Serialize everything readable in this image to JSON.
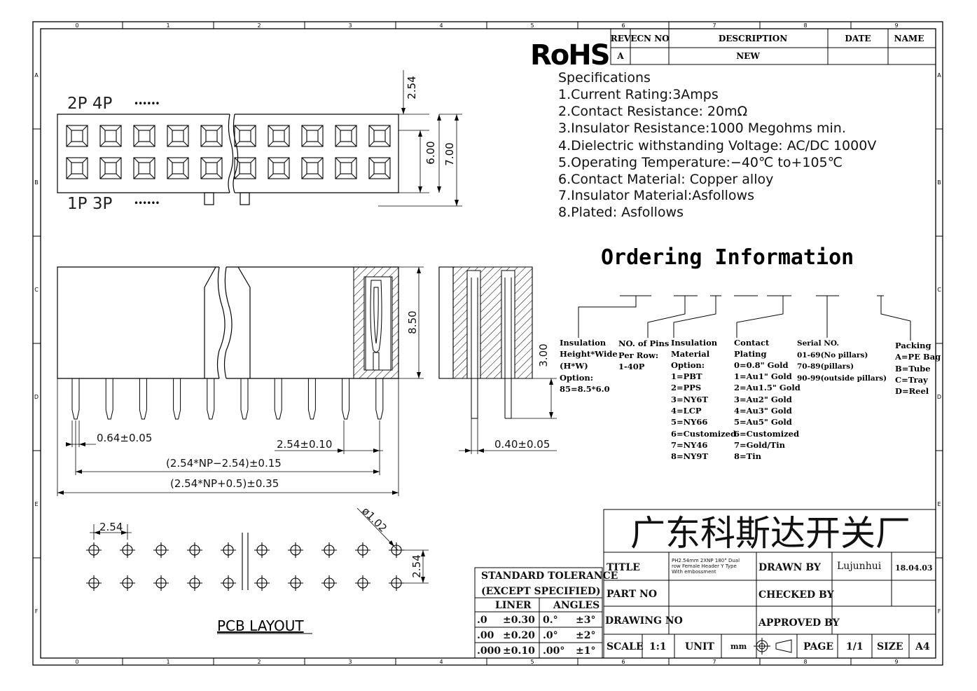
{
  "border": {
    "col_labels": [
      "0",
      "1",
      "2",
      "3",
      "4",
      "5",
      "6",
      "7",
      "8",
      "9"
    ],
    "row_labels": [
      "A",
      "B",
      "C",
      "D",
      "E",
      "F"
    ]
  },
  "revision_block": {
    "headers": [
      "REV",
      "ECN NO",
      "DESCRIPTION",
      "DATE",
      "NAME"
    ],
    "row": [
      "A",
      "",
      "NEW",
      "",
      ""
    ]
  },
  "rohs": "RoHS",
  "specifications": [
    "Specifications",
    "1.Current  Rating:3Amps",
    "2.Contact  Resistance:  20mΩ",
    "3.Insulator  Resistance:1000  Megohms  min.",
    "4.Dielectric  withstanding  Voltage:  AC/DC  1000V",
    "5.Operating  Temperature:−40℃  to+105℃",
    "6.Contact  Material:  Copper  alloy",
    "7.Insulator  Material:Asfollows",
    "8.Plated:  Asfollows"
  ],
  "ordering": {
    "title": "Ordering  Information",
    "insulation_height": [
      "Insulation",
      "Height*Wide",
      "(H*W)",
      "Option:",
      "85=8.5*6.0"
    ],
    "pins_per_row": [
      "NO. of Pins",
      "Per Row:",
      "1-40P"
    ],
    "insulation_material": [
      "Insulation",
      "Material",
      "Option:",
      "1=PBT",
      "2=PPS",
      "3=NY6T",
      "4=LCP",
      "5=NY66",
      "6=Customized",
      "7=NY46",
      "8=NY9T"
    ],
    "contact_plating": [
      "Contact",
      "Plating",
      "0=0.8\" Gold",
      "1=Au1\" Gold",
      "2=Au1.5\" Gold",
      "3=Au2\" Gold",
      "4=Au3\" Gold",
      "5=Au5\" Gold",
      "6=Customized",
      "7=Gold/Tin",
      "8=Tin"
    ],
    "serial_no": [
      "Serial NO.",
      "01-69(No pillars)",
      "70-89(pillars)",
      "90-99(outside pillars)"
    ],
    "packing": [
      "Packing",
      "A=PE Bag",
      "B=Tube",
      "C=Tray",
      "D=Reel"
    ]
  },
  "top_view": {
    "top_label": "2P  4P",
    "bottom_label": "1P  3P",
    "dots": "••••••",
    "dim_pitch": "2.54",
    "dim_inner": "6.00",
    "dim_outer": "7.00"
  },
  "front_view": {
    "dim_height": "8.50",
    "dim_pin_width": "0.64±0.05",
    "dim_pitch": "2.54±0.10",
    "dim_span_pins": "(2.54*NP−2.54)±0.15",
    "dim_span_body": "(2.54*NP+0.5)±0.35"
  },
  "side_view": {
    "dim_pin_len": "3.00",
    "dim_pin_thick": "0.40±0.05"
  },
  "pcb_layout": {
    "title": "PCB  LAYOUT",
    "dim_pitch_h": "2.54",
    "dim_pitch_v": "2.54",
    "dim_hole": "ø1.02"
  },
  "tolerance": {
    "title1": "STANDARD  TOLERANCE",
    "title2": "(EXCEPT   SPECIFIED)",
    "col_liner": "LINER",
    "col_angles": "ANGLES",
    "rows": [
      [
        ".0",
        "±0.30",
        "0.°",
        "±3°"
      ],
      [
        ".00",
        "±0.20",
        ".0°",
        "±2°"
      ],
      [
        ".000",
        "±0.10",
        ".00°",
        "±1°"
      ]
    ]
  },
  "title_block": {
    "company": "广东科斯达开关厂",
    "title_label": "TITLE",
    "title_value": [
      "PH2.54mm  2XNP 180° Dual",
      "row Female Header Y Type",
      "With embossment"
    ],
    "part_no_label": "PART NO",
    "drawing_no_label": "DRAWING NO",
    "drawn_by_label": "DRAWN BY",
    "drawn_by_value": "Lujunhui",
    "drawn_date": "18.04.03",
    "checked_by_label": "CHECKED BY",
    "approved_by_label": "APPROVED BY",
    "scale_label": "SCALE",
    "scale_value": "1:1",
    "unit_label": "UNIT",
    "unit_value": "mm",
    "page_label": "PAGE",
    "page_value": "1/1",
    "size_label": "SIZE",
    "size_value": "A4"
  }
}
